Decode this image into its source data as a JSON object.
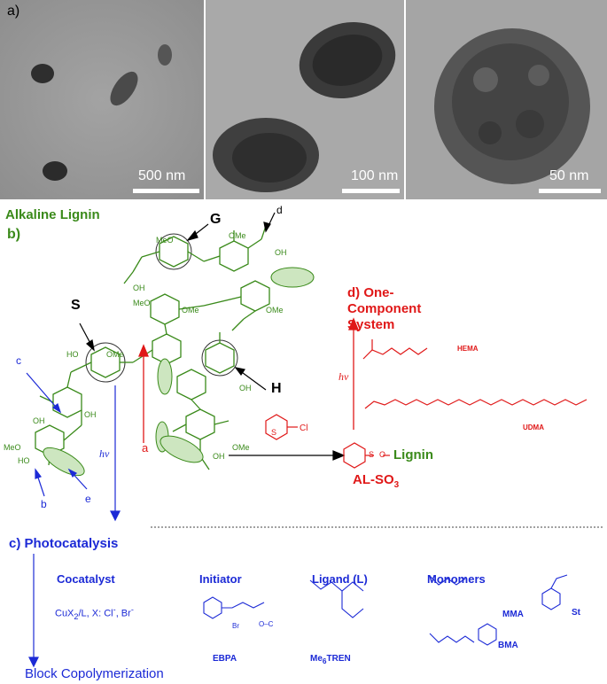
{
  "panel_a": {
    "letter": "a)",
    "images": [
      {
        "scale_label": "500 nm"
      },
      {
        "scale_label": "100 nm"
      },
      {
        "scale_label": "50 nm"
      }
    ]
  },
  "panel_b": {
    "title": "Alkaline Lignin",
    "letter": "b)",
    "site_labels": {
      "G": "G",
      "S": "S",
      "H": "H",
      "a": "a",
      "b": "b",
      "c": "c",
      "d": "d",
      "e": "e"
    },
    "group_labels": {
      "meo": "MeO",
      "ome": "OMe",
      "oh": "OH",
      "ho": "HO",
      "o": "O",
      "cooh": "OH"
    },
    "hv": "hν"
  },
  "reagent": {
    "so2cl": "S",
    "o": "O",
    "cl": "Cl"
  },
  "product": {
    "name": "AL-SO",
    "sub": "3",
    "lignin": "Lignin",
    "s": "S",
    "o": "O"
  },
  "panel_d": {
    "title": "d) One-Component System",
    "hv": "hν",
    "hema": "HEMA",
    "udma": "UDMA"
  },
  "panel_c": {
    "title": "c) Photocatalysis",
    "cocatalyst_header": "Cocatalyst",
    "cocatalyst_text": "CuX",
    "cocatalyst_sub": "2",
    "cocatalyst_rest": "/L, X: Cl",
    "cocatalyst_sup1": "-",
    "cocatalyst_end": ", Br",
    "cocatalyst_sup2": "-",
    "initiator_header": "Initiator",
    "initiator_name": "EBPA",
    "ligand_header": "Ligand (L)",
    "ligand_name_pre": "Me",
    "ligand_name_sub": "6",
    "ligand_name_post": "TREN",
    "monomers_header": "Monomers",
    "mma": "MMA",
    "bma": "BMA",
    "st": "St",
    "br": "Br",
    "oc2h5": "O–C",
    "bottom": "Block Copolymerization"
  },
  "colors": {
    "green": "#3a8a1a",
    "blue": "#1c2ad6",
    "red": "#e01818"
  }
}
